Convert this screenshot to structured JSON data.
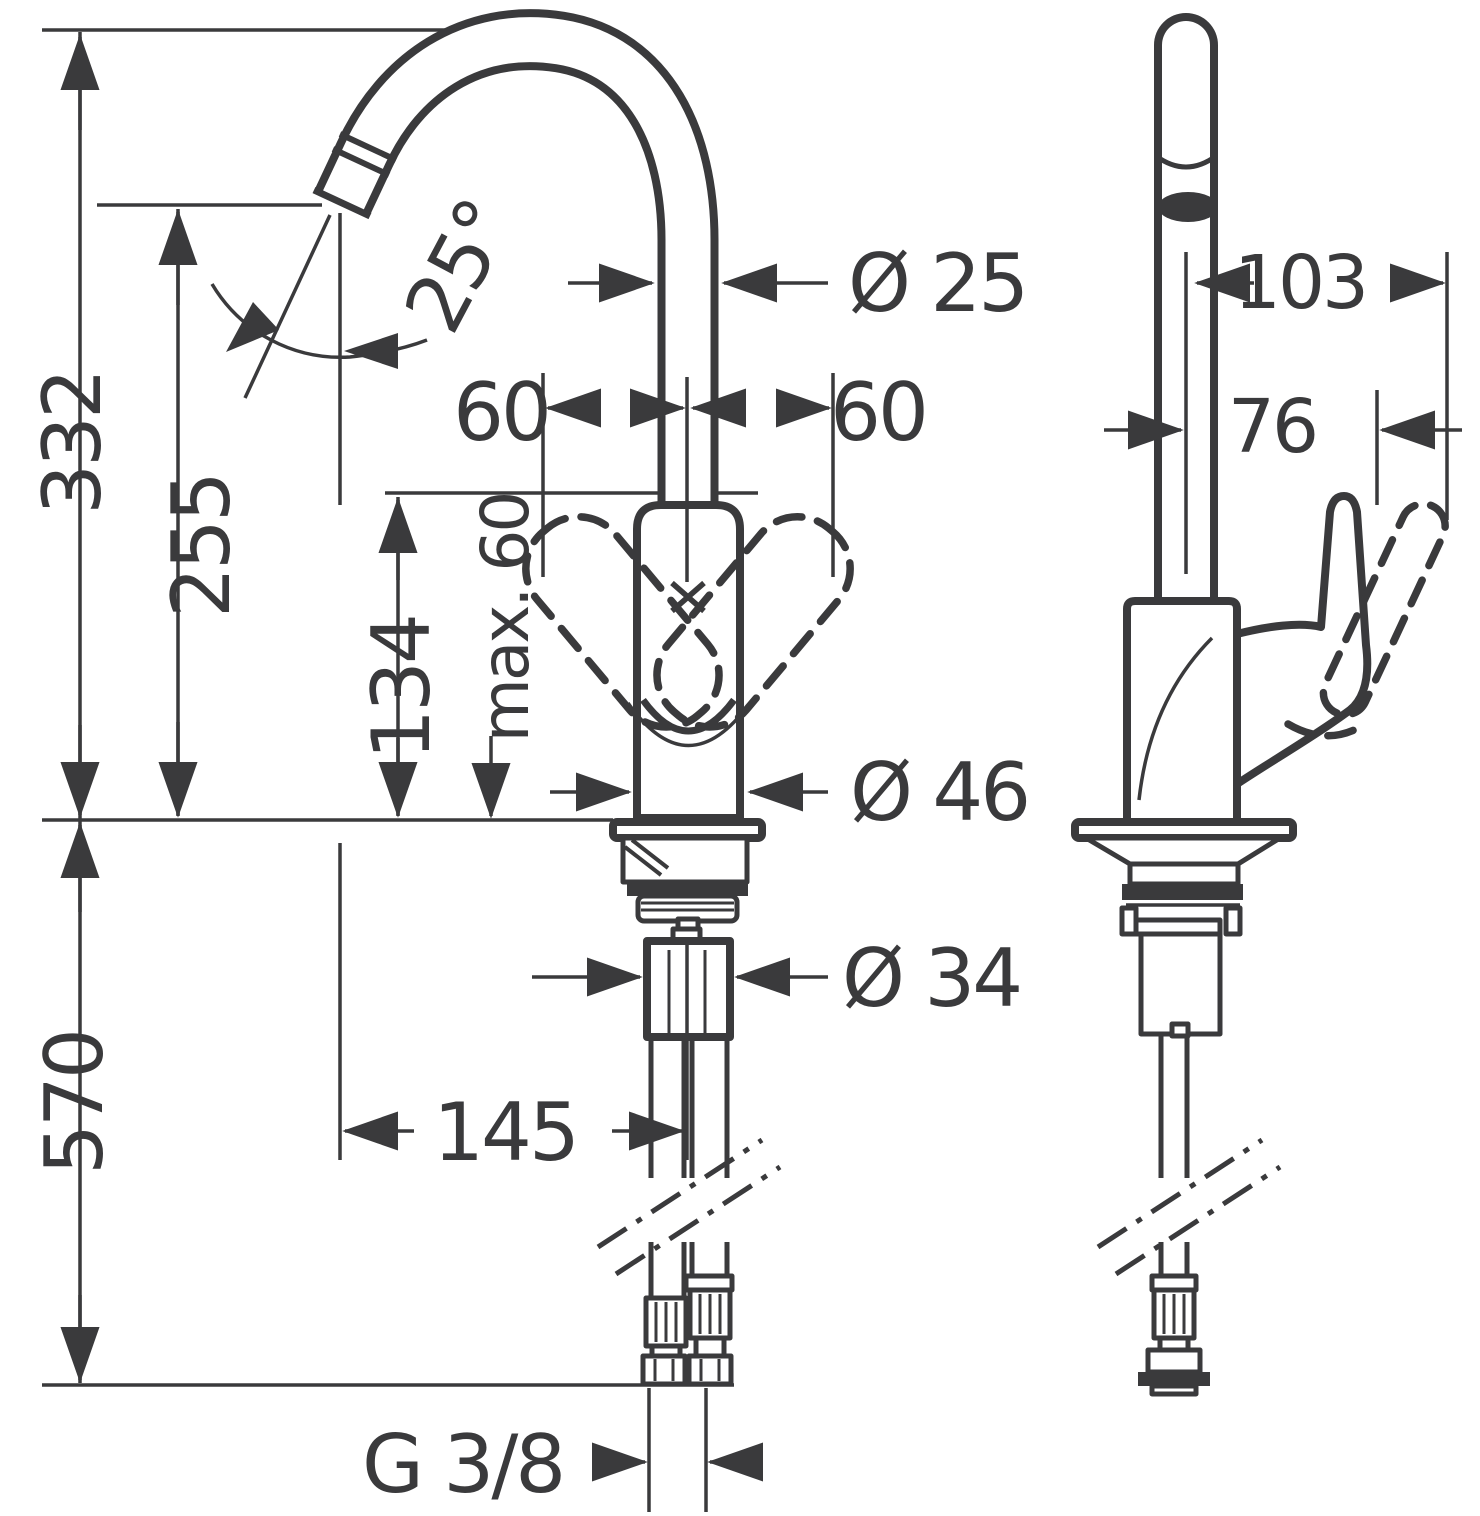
{
  "drawing": {
    "type": "technical-dimension-drawing",
    "subject": "single-lever kitchen faucet with swivel gooseneck spout, front and side projection",
    "colors": {
      "ink": "#3a3a3c",
      "background": "#ffffff"
    },
    "front_view": {
      "labels": {
        "height_total": "332",
        "height_outlet": "255",
        "height_body": "134",
        "max_thickness": "max. 60",
        "swivel_angle": "25°",
        "spout_diameter": "Ø 25",
        "offset_left": "60",
        "offset_right": "60",
        "base_diameter": "Ø 46",
        "shank_diameter": "Ø 34",
        "reach": "145",
        "hose_length": "570",
        "thread_size": "G 3/8"
      }
    },
    "side_view": {
      "labels": {
        "depth_handle_raised": "103",
        "depth_handle": "76"
      }
    }
  }
}
